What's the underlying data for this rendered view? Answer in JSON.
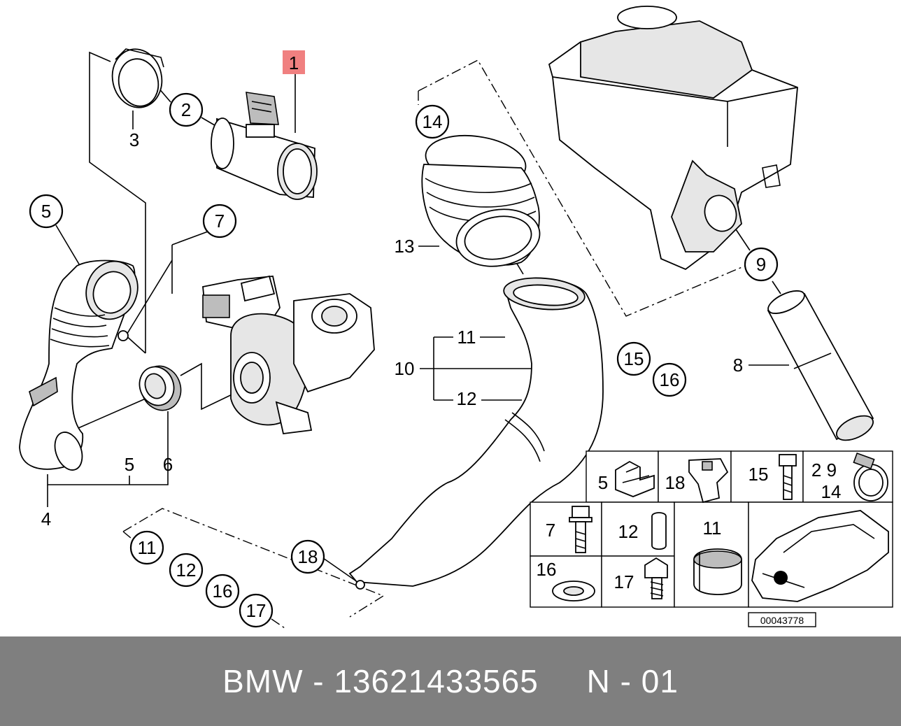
{
  "diagram": {
    "highlighted_callout": "1",
    "highlight_color": "#f08080",
    "callouts": {
      "c2": "2",
      "c5": "5",
      "c7": "7",
      "c9": "9",
      "c11": "11",
      "c12": "12",
      "c14": "14",
      "c15": "15",
      "c16": "16",
      "c16b": "16",
      "c17": "17",
      "c18": "18"
    },
    "labels": {
      "l3": "3",
      "l4": "4",
      "l5": "5",
      "l6": "6",
      "l8": "8",
      "l10": "10",
      "l11": "11",
      "l12": "12",
      "l13": "13"
    },
    "legend": {
      "cells": [
        {
          "label": "5",
          "icon": "clip-icon"
        },
        {
          "label": "18",
          "icon": "expansion-nut-icon"
        },
        {
          "label": "15",
          "icon": "hex-bolt-icon"
        },
        {
          "label": "2 9\n14",
          "icon": "hose-clamp-icon"
        },
        {
          "label": "7",
          "icon": "flange-bolt-icon"
        },
        {
          "label": "12",
          "icon": "sleeve-icon"
        },
        {
          "label": "11",
          "icon": "rubber-mount-icon"
        },
        {
          "label": "16",
          "icon": "washer-icon"
        },
        {
          "label": "17",
          "icon": "self-tapping-screw-icon"
        },
        {
          "label": "",
          "icon": "car-location-icon"
        }
      ]
    },
    "drawing_number": "00043778"
  },
  "footer": {
    "text": "BMW - 13621433565     N - 01",
    "background": "#7f7f7f",
    "color": "#ffffff"
  }
}
